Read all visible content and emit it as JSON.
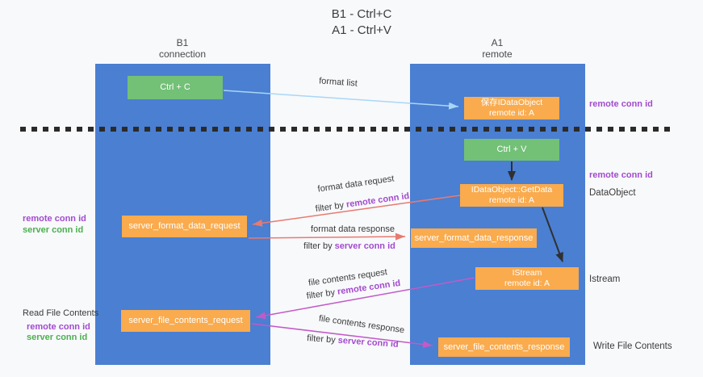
{
  "title": {
    "line1": "B1 - Ctrl+C",
    "line2": "A1 - Ctrl+V"
  },
  "lanes": {
    "left": {
      "header1": "B1",
      "header2": "connection"
    },
    "right": {
      "header1": "A1",
      "header2": "remote"
    }
  },
  "nodes": {
    "ctrl_c": "Ctrl + C",
    "ctrl_v": "Ctrl + V",
    "save_obj_line1": "保存IDataObject",
    "save_obj_line2": "remote id: A",
    "getdata_line1": "IDataObject::GetData",
    "getdata_line2": "remote id: A",
    "istream_line1": "IStream",
    "istream_line2": "remote id: A",
    "format_request": "server_format_data_request",
    "format_response": "server_format_data_response",
    "file_request": "server_file_contents_request",
    "file_response": "server_file_contents_response"
  },
  "labels": {
    "remote_conn_id": "remote conn id",
    "server_conn_id": "server conn id",
    "dataobject": "DataObject",
    "istream": "Istream",
    "read_file_contents": "Read File Contents",
    "write_file_contents": "Write File Contents",
    "format_list": "format list",
    "format_data_request": "format data request",
    "format_data_response": "format data response",
    "file_contents_request": "file contents request",
    "file_contents_response": "file contents response",
    "filter_by": "filter by"
  },
  "colors": {
    "lane_blue": "#4a7fd2",
    "box_orange": "#f9ab4e",
    "box_green": "#73c077",
    "purple_text": "#a24bce",
    "green_text": "#4caf50",
    "arrow_salmon": "#e87a70",
    "arrow_magenta": "#c35ac8",
    "arrow_light_blue": "#a9d6f5",
    "arrow_black": "#303030",
    "dashed_divider": "#2b2b2b",
    "background": "#f8f9fb"
  }
}
